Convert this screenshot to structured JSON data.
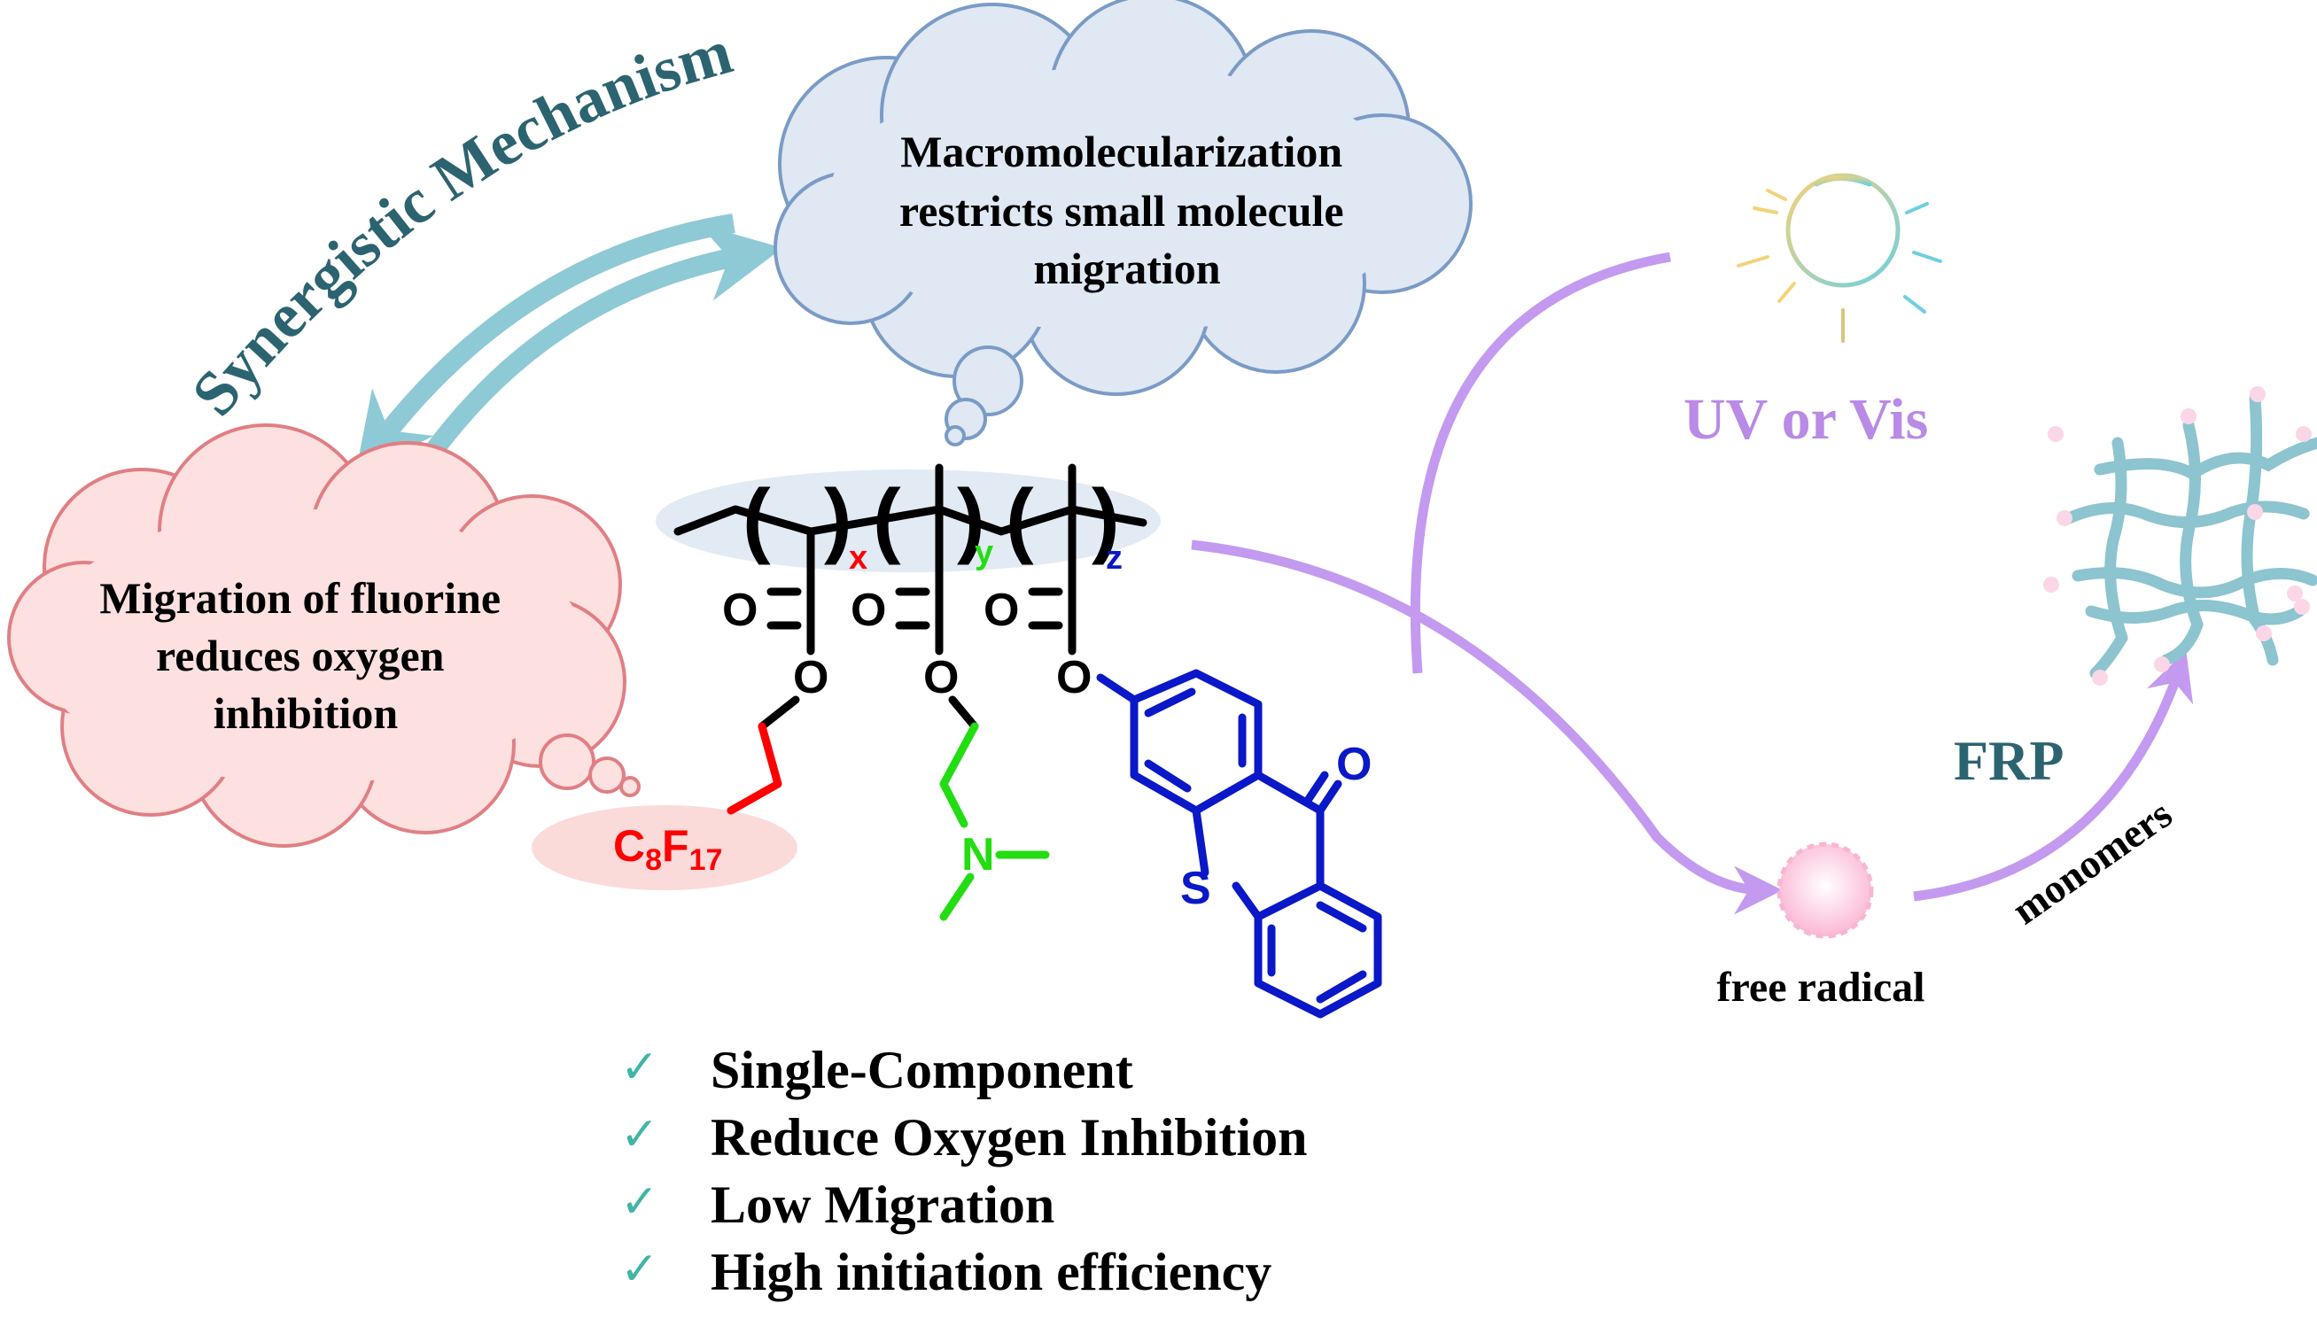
{
  "title_arc": "Synergistic Mechanism",
  "cloud_top": {
    "line1": "Macromolecularization",
    "line2": "restricts small molecule",
    "line3": "migration"
  },
  "cloud_left": {
    "line1": "Migration of fluorine",
    "line2": "reduces oxygen",
    "line3": "inhibition"
  },
  "light_label": "UV or Vis",
  "radical_label": "free radical",
  "frp_label": "FRP",
  "monomers_label": "monomers",
  "structure": {
    "sub_x": "x",
    "sub_y": "y",
    "sub_z": "z",
    "oxygen": "O",
    "nitrogen": "N",
    "sulfur": "S",
    "fluoro_c": "C",
    "fluoro_c_sub": "8",
    "fluoro_f": "F",
    "fluoro_f_sub": "17"
  },
  "features": [
    "Single-Component",
    "Reduce Oxygen Inhibition",
    "Low Migration",
    "High initiation efficiency"
  ],
  "check_glyph": "✓",
  "colors": {
    "teal_text": "#2b6470",
    "teal_arrow": "#8ec9d6",
    "cloud_blue_fill": "#dfe8f3",
    "cloud_blue_stroke": "#7a9bc6",
    "cloud_pink_fill": "#fde0e0",
    "cloud_pink_stroke": "#e07f83",
    "purple": "#b98ae6",
    "red": "#ff0000",
    "green": "#22dd11",
    "blue": "#0a18c8",
    "check": "#3fb5a6",
    "network": "#8cc4d0"
  }
}
